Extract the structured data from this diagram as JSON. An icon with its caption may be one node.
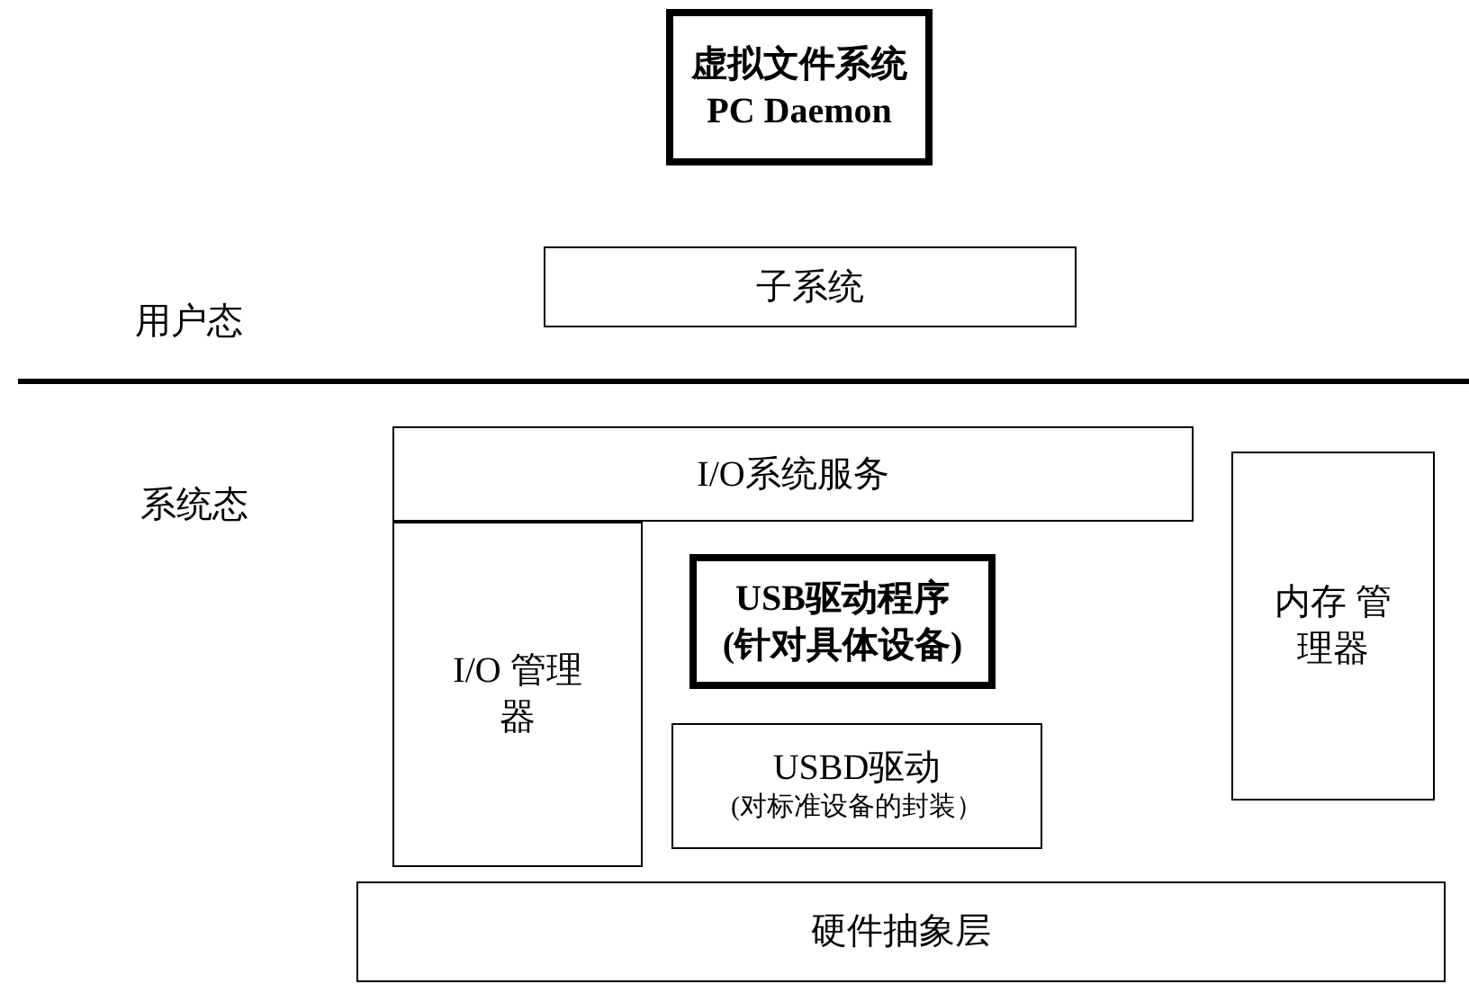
{
  "diagram": {
    "nodes": [
      {
        "text": [
          "虚拟文件系统",
          "PC Daemon"
        ]
      },
      {
        "text": [
          "子系统"
        ]
      },
      {
        "text": [
          "I/O系统服务"
        ]
      },
      {
        "text": [
          "I/O 管理器"
        ]
      },
      {
        "text": [
          "USB驱动程序",
          "(针对具体设备)"
        ]
      },
      {
        "text": [
          "USBD驱动",
          "(对标准设备的封装）"
        ]
      },
      {
        "text": [
          "内存 管理器"
        ]
      },
      {
        "text": [
          "硬件抽象层"
        ]
      }
    ],
    "labels": [
      "用户态",
      "系统态"
    ]
  }
}
